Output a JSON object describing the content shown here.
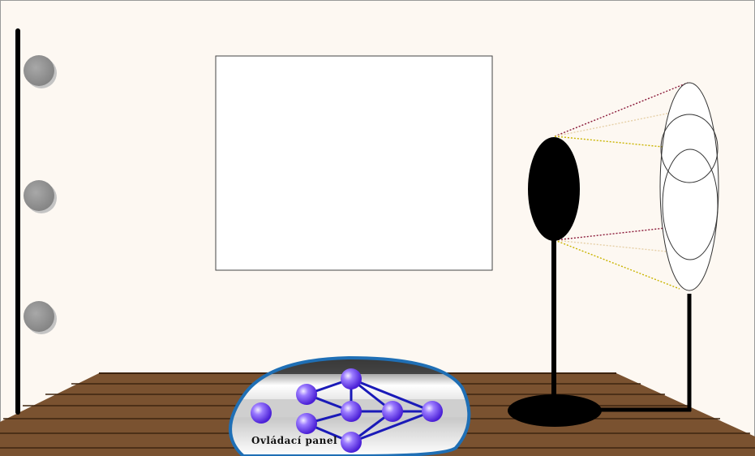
{
  "scene": {
    "type": "virtual-room",
    "wall_color": "#fdf8f2",
    "floor_color": "#7a5230",
    "floor_line_color": "#3d2410"
  },
  "wall_lamps": {
    "count": 3,
    "color": "#8f8f8f"
  },
  "projection_screen": {
    "color": "#ffffff",
    "border_color": "#444444"
  },
  "lamp_stand": {
    "head_color": "#000000",
    "beam_colors": [
      "#8b1a3a",
      "#c9b400"
    ],
    "reflector_color": "#ffffff"
  },
  "control_panel": {
    "label": "Ovládací panel",
    "border_color": "#1f6fb5",
    "node_color": "#6a3cff",
    "edge_color": "#1a1ab8"
  }
}
